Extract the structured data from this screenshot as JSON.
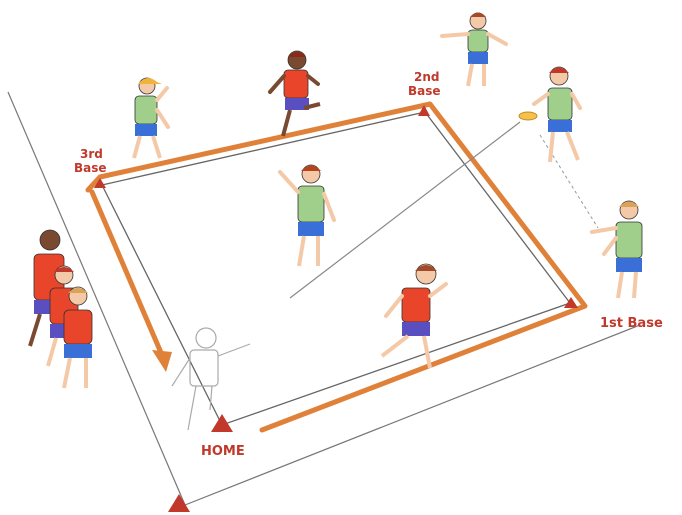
{
  "labels": {
    "home": "HOME",
    "first": "1st Base",
    "second_line1": "2nd",
    "second_line2": "Base",
    "third_line1": "3rd",
    "third_line2": "Base"
  },
  "colors": {
    "path": "#e0813a",
    "cone": "#c0392b",
    "label": "#c0392b",
    "red_shirt": "#e8452a",
    "green_shirt": "#9fcf8a",
    "blue_shorts": "#3b6fd8",
    "purple_shorts": "#5a4fc0",
    "line": "#555555"
  }
}
